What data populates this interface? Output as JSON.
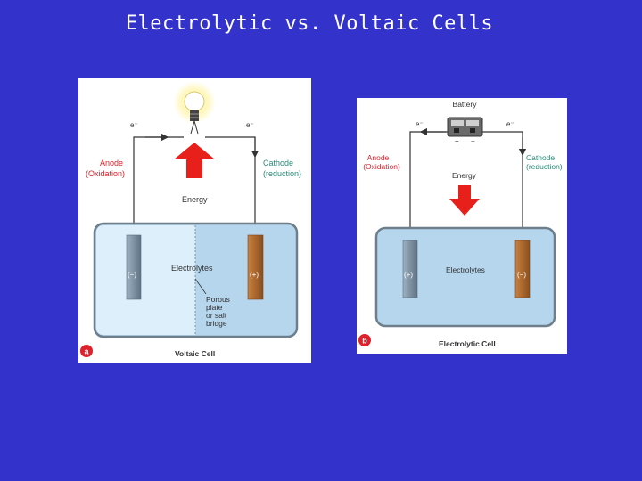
{
  "title": "Electrolytic vs. Voltaic Cells",
  "colors": {
    "background": "#3333cc",
    "title": "#ffffff",
    "anode_text": "#e0202a",
    "cathode_text": "#2a8a78",
    "arrow_red": "#e8201c",
    "electrolyte_light": "#dceffa",
    "electrolyte_mid": "#b6d6ee",
    "electrode_cathode": "#b06a2a",
    "electrode_anode": "#7c8fa0"
  },
  "voltaic": {
    "badge": "a",
    "caption": "Voltaic Cell",
    "electron_left": "e⁻",
    "electron_right": "e⁻",
    "anode_line1": "Anode",
    "anode_line2": "(Oxidation)",
    "cathode_line1": "Cathode",
    "cathode_line2": "(reduction)",
    "energy": "Energy",
    "electrolyte": "Electrolytes",
    "left_sign": "(−)",
    "right_sign": "(+)",
    "bridge_line1": "Porous",
    "bridge_line2": "plate",
    "bridge_line3": "or salt",
    "bridge_line4": "bridge",
    "bulb_icon": "light-bulb-icon",
    "arrow_direction": "up"
  },
  "electrolytic": {
    "badge": "b",
    "caption": "Electrolytic Cell",
    "battery": "Battery",
    "battery_plus": "+",
    "battery_minus": "−",
    "electron_left": "e⁻",
    "electron_right": "e⁻",
    "anode_line1": "Anode",
    "anode_line2": "(Oxidation)",
    "cathode_line1": "Cathode",
    "cathode_line2": "(reduction)",
    "energy": "Energy",
    "electrolyte": "Electrolytes",
    "left_sign": "(+)",
    "right_sign": "(−)",
    "battery_icon": "battery-icon",
    "arrow_direction": "down"
  }
}
